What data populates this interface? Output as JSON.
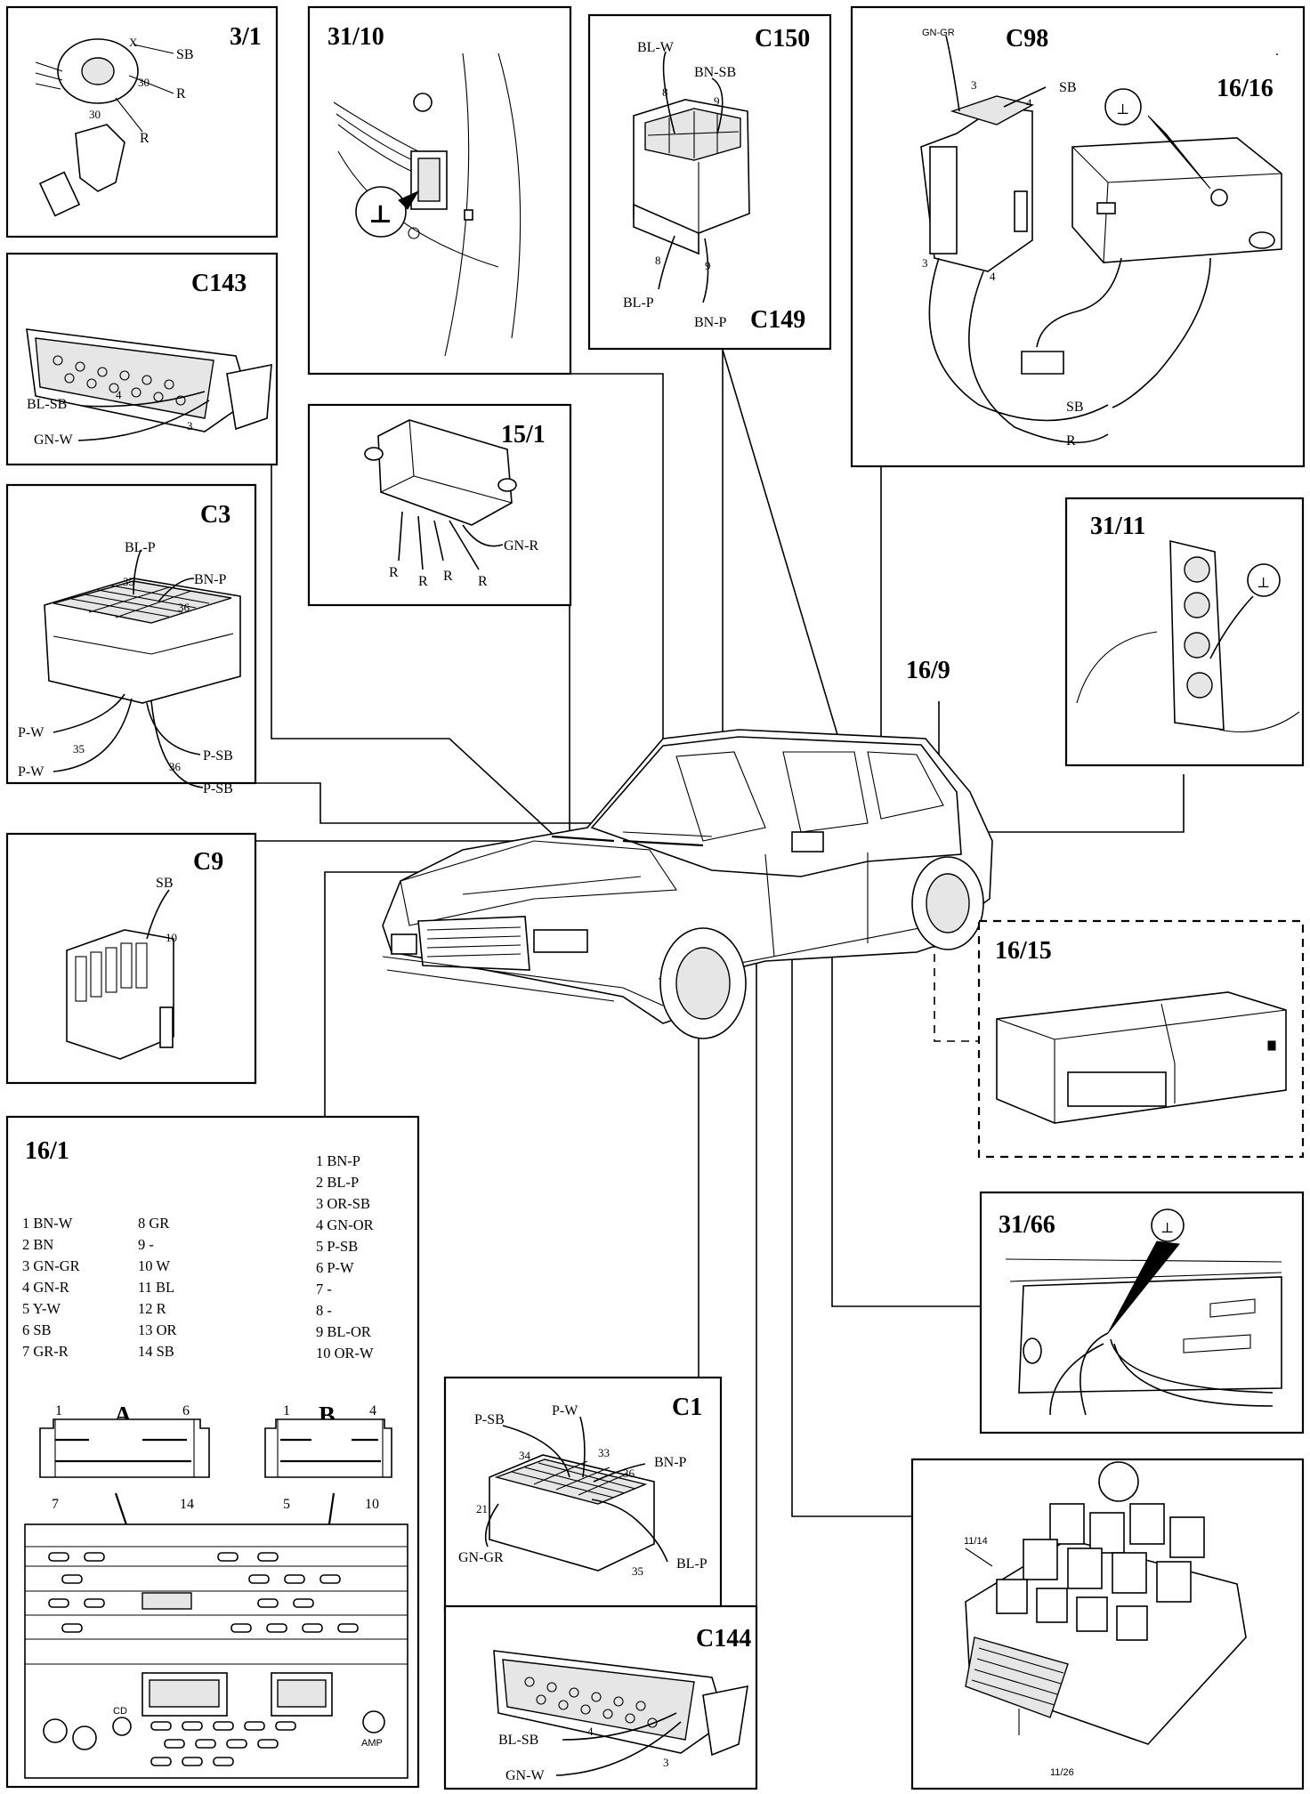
{
  "panels": {
    "p3_1": {
      "title": "3/1",
      "labels": [
        "X",
        "SB",
        "30",
        "R",
        "30",
        "R"
      ]
    },
    "p31_10": {
      "title": "31/10",
      "ground": "⊥"
    },
    "c150": {
      "title": "C150",
      "title2": "C149",
      "labels": [
        "BL-W",
        "BN-SB",
        "8",
        "9",
        "8",
        "9",
        "BL-P",
        "BN-P"
      ]
    },
    "c98": {
      "title": "C98",
      "title2": "16/16",
      "ground": "⊥",
      "labels": [
        "GN-GR",
        "3",
        "SB",
        "4",
        "3",
        "4",
        "SB",
        "R"
      ]
    },
    "c143": {
      "title": "C143",
      "labels": [
        "BL-SB",
        "4",
        "GN-W",
        "3"
      ]
    },
    "p15_1": {
      "title": "15/1",
      "labels": [
        "GN-R",
        "R",
        "R",
        "R",
        "R"
      ]
    },
    "c3": {
      "title": "C3",
      "labels": [
        "BL-P",
        "BN-P",
        "35",
        "36",
        "P-W",
        "35",
        "P-W",
        "36",
        "P-SB",
        "P-SB"
      ]
    },
    "p31_11": {
      "title": "31/11",
      "ground": "⊥"
    },
    "p16_9": {
      "title": "16/9"
    },
    "c9": {
      "title": "C9",
      "labels": [
        "SB",
        "10"
      ]
    },
    "p16_15": {
      "title": "16/15"
    },
    "p16_1": {
      "title": "16/1",
      "col1": [
        "1 BN-W",
        "2 BN",
        "3 GN-GR",
        "4 GN-R",
        "5 Y-W",
        "6 SB",
        "7 GR-R"
      ],
      "col2": [
        "8 GR",
        "9 -",
        "10 W",
        "11 BL",
        "12 R",
        "13 OR",
        "14 SB"
      ],
      "col3": [
        "1 BN-P",
        "2 BL-P",
        "3 OR-SB",
        "4 GN-OR",
        "5 P-SB",
        "6 P-W",
        "7 -",
        "8 -",
        "9 BL-OR",
        "10 OR-W"
      ],
      "connA": {
        "name": "A",
        "pins": [
          "1",
          "6",
          "7",
          "14"
        ]
      },
      "connB": {
        "name": "B",
        "pins": [
          "1",
          "4",
          "5",
          "10"
        ]
      },
      "cd": "CD",
      "amp": "AMP"
    },
    "p31_66": {
      "title": "31/66",
      "ground": "⊥"
    },
    "c1": {
      "title": "C1",
      "labels": [
        "P-SB",
        "P-W",
        "34",
        "33",
        "BN-P",
        "36",
        "21",
        "GN-GR",
        "35",
        "BL-P"
      ]
    },
    "relay": {
      "labels": [
        "11/14",
        "11/26"
      ]
    },
    "c144": {
      "title": "C144",
      "labels": [
        "BL-SB",
        "4",
        "GN-W",
        "3"
      ]
    }
  }
}
